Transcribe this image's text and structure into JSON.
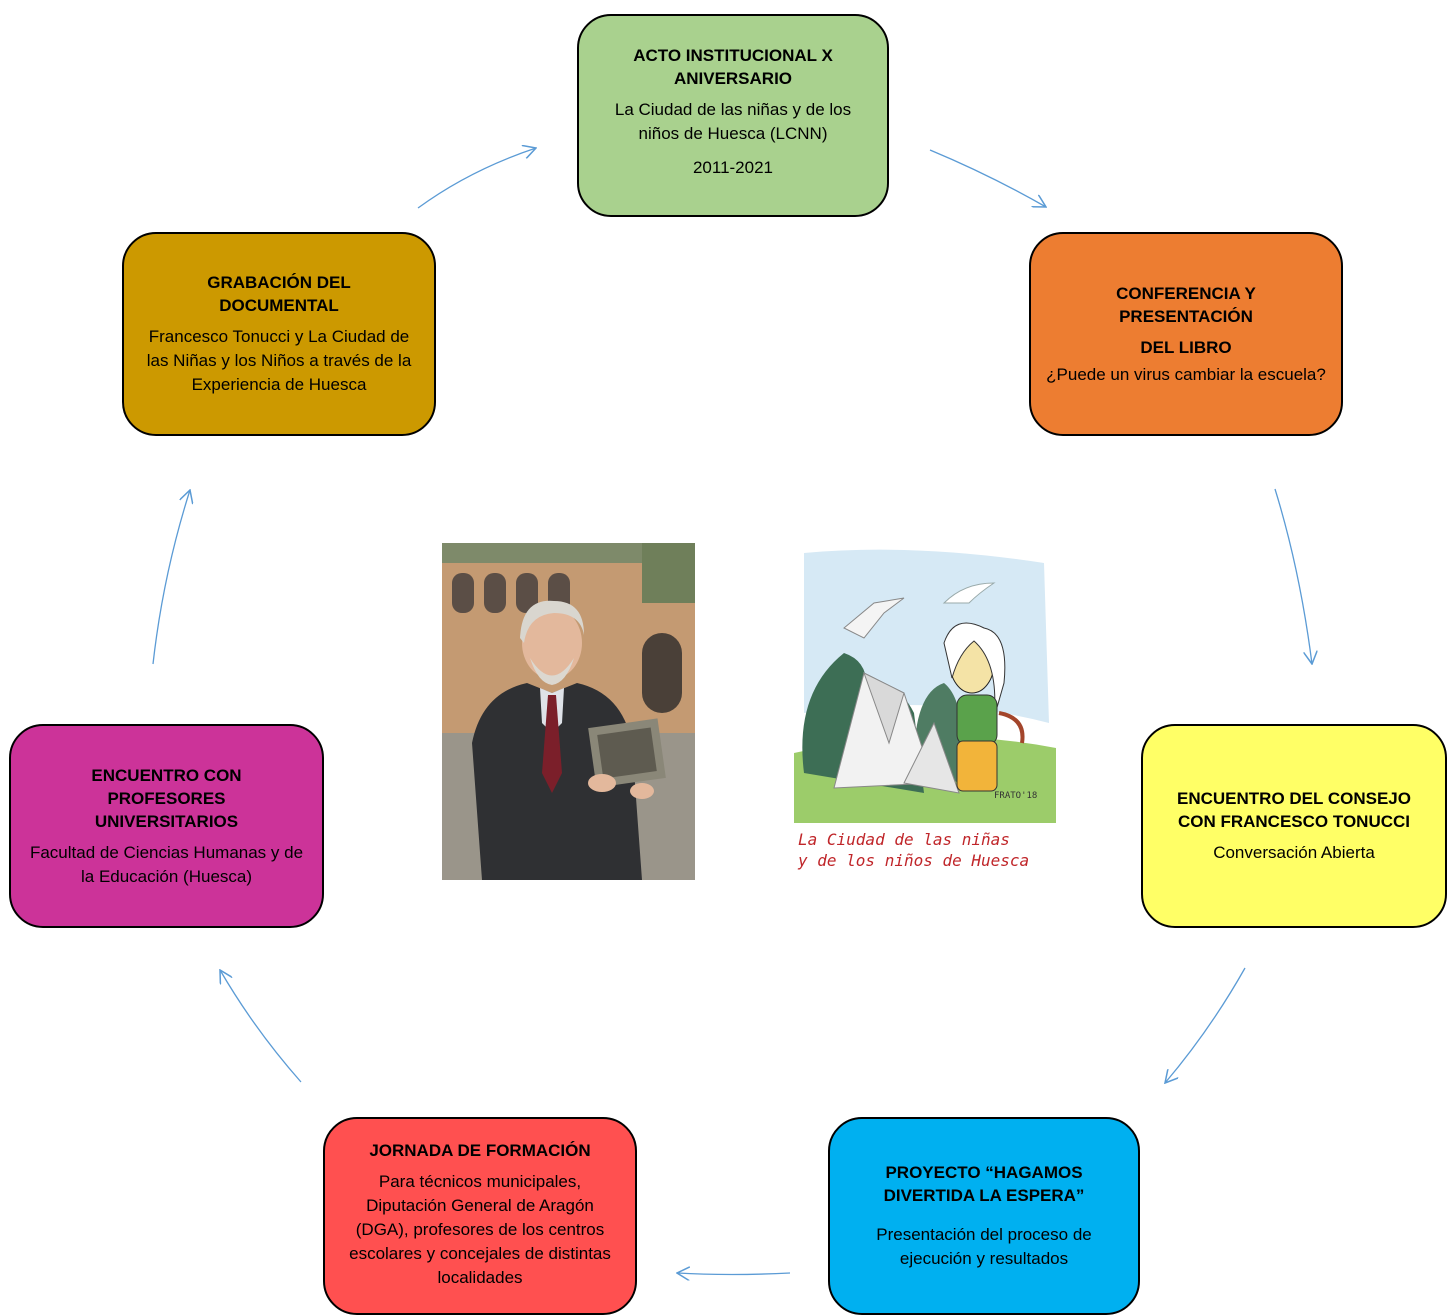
{
  "nodes": {
    "acto": {
      "title": [
        "ACTO INSTITUCIONAL X",
        "ANIVERSARIO"
      ],
      "body": "La Ciudad de las niñas y de los niños de Huesca (LCNN)",
      "year": "2011-2021",
      "color": "#a9d18e"
    },
    "conferencia": {
      "title": [
        "CONFERENCIA Y",
        "PRESENTACIÓN"
      ],
      "title2": "DEL LIBRO",
      "body": "¿Puede un virus cambiar la escuela?",
      "color": "#ed7d31"
    },
    "consejo": {
      "title": [
        "ENCUENTRO DEL CONSEJO",
        "CON FRANCESCO TONUCCI"
      ],
      "body": "Conversación Abierta",
      "color": "#ffff66"
    },
    "proyecto": {
      "title": [
        "PROYECTO  “HAGAMOS",
        "DIVERTIDA LA ESPERA”"
      ],
      "body": "Presentación del proceso de ejecución y resultados",
      "color": "#00b0f0"
    },
    "jornada": {
      "title": [
        "JORNADA DE FORMACIÓN"
      ],
      "body": "Para técnicos municipales, Diputación General de Aragón (DGA), profesores de los centros escolares y concejales de distintas localidades",
      "color": "#ff5050"
    },
    "encuentro": {
      "title": [
        "ENCUENTRO CON",
        "PROFESORES",
        "UNIVERSITARIOS"
      ],
      "body": "Facultad de Ciencias Humanas y de la Educación (Huesca)",
      "color": "#cc3399"
    },
    "grabacion": {
      "title": [
        "GRABACIÓN DEL",
        "DOCUMENTAL"
      ],
      "body": "Francesco Tonucci y La Ciudad de las Niñas y los Niños a través de la Experiencia de Huesca",
      "color": "#cc9900"
    }
  },
  "drawing": {
    "caption": [
      "La Ciudad de las niñas",
      "y de los niños de Huesca"
    ],
    "signature": "FRATO'18"
  },
  "arrow_color": "#5b9bd5"
}
